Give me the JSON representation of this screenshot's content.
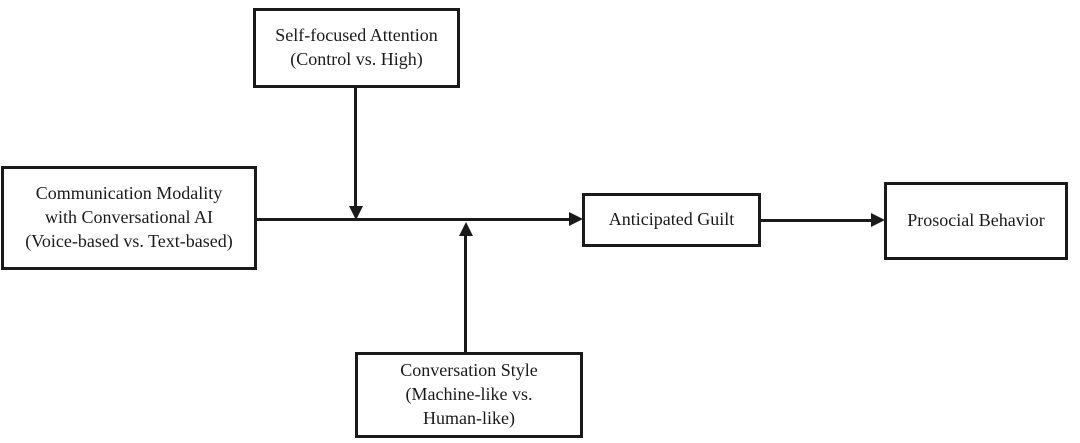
{
  "diagram": {
    "type": "path-model",
    "background": "#ffffff",
    "line_color": "#1a1a1a",
    "text_color": "#1a1a1a",
    "nodes": {
      "self_focused_attention": {
        "line1": "Self-focused Attention",
        "line2": "(Control vs. High)"
      },
      "communication_modality": {
        "line1": "Communication Modality",
        "line2": "with Conversational AI",
        "line3": "(Voice-based vs. Text-based)"
      },
      "anticipated_guilt": {
        "line1": "Anticipated Guilt"
      },
      "prosocial_behavior": {
        "line1": "Prosocial Behavior"
      },
      "conversation_style": {
        "line1": "Conversation Style",
        "line2": "(Machine-like vs.",
        "line3": "Human-like)"
      }
    },
    "edges": [
      {
        "from": "communication_modality",
        "to": "anticipated_guilt",
        "type": "direct-arrow"
      },
      {
        "from": "self_focused_attention",
        "to": "path communication_modality->anticipated_guilt",
        "type": "moderation-arrow"
      },
      {
        "from": "conversation_style",
        "to": "path communication_modality->anticipated_guilt",
        "type": "moderation-arrow"
      },
      {
        "from": "anticipated_guilt",
        "to": "prosocial_behavior",
        "type": "direct-arrow"
      }
    ]
  }
}
